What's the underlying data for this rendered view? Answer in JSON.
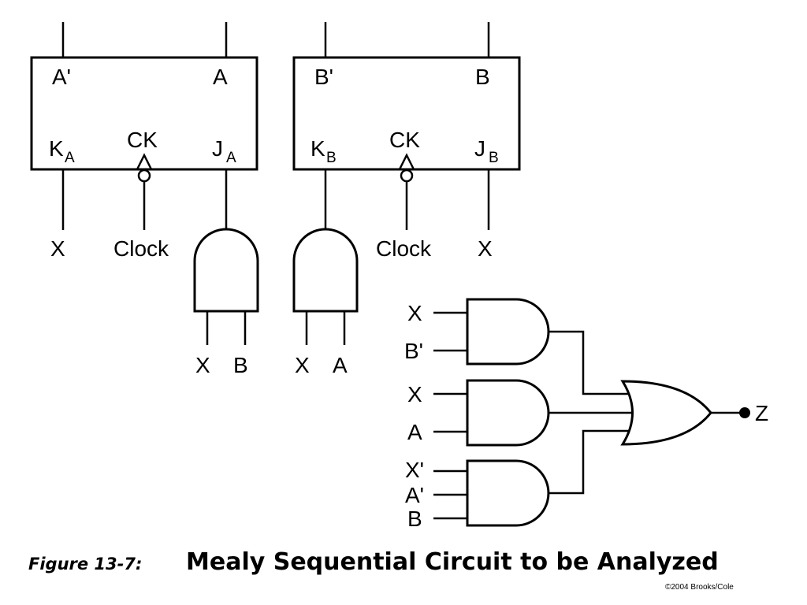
{
  "flipflop_a": {
    "q_bar": "A'",
    "q": "A",
    "k": "K",
    "k_sub": "A",
    "ck": "CK",
    "j": "J",
    "j_sub": "A",
    "k_input": "X",
    "clock_input": "Clock"
  },
  "flipflop_b": {
    "q_bar": "B'",
    "q": "B",
    "k": "K",
    "k_sub": "B",
    "ck": "CK",
    "j": "J",
    "j_sub": "B",
    "clock_input": "Clock",
    "j_input": "X"
  },
  "and_ja_inputs": [
    "X",
    "B"
  ],
  "and_kb_inputs": [
    "X",
    "A"
  ],
  "output_logic": {
    "and1_inputs": [
      "X",
      "B'"
    ],
    "and2_inputs": [
      "X",
      "A"
    ],
    "and3_inputs": [
      "X'",
      "A'",
      "B"
    ],
    "output": "Z"
  },
  "caption": {
    "figure": "Figure 13-7:",
    "title": "Mealy Sequential Circuit to be Analyzed",
    "copyright": "©2004 Brooks/Cole"
  }
}
